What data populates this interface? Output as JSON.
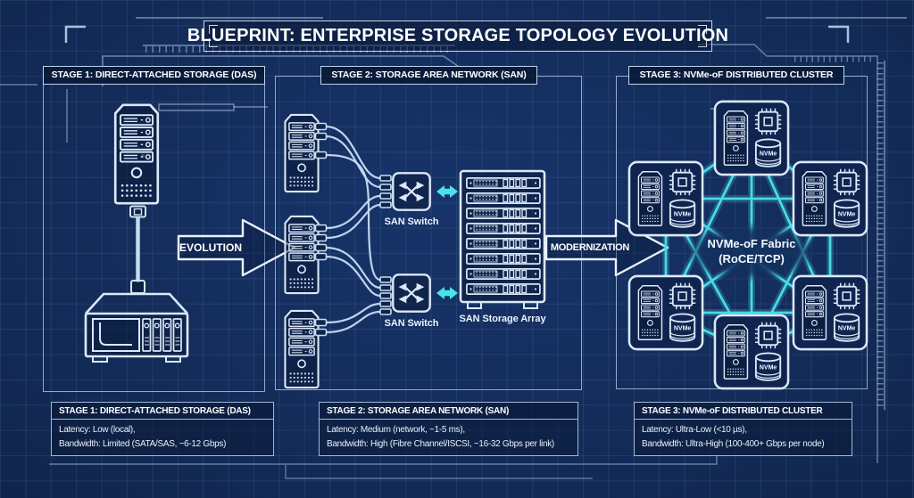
{
  "title": "BLUEPRINT: ENTERPRISE STORAGE TOPOLOGY EVOLUTION",
  "arrows": {
    "evolution": "EVOLUTION",
    "modernization": "MODERNIZATION"
  },
  "stage1": {
    "header": "STAGE 1: DIRECT-ATTACHED STORAGE (DAS)",
    "info": {
      "header": "STAGE 1: DIRECT-ATTACHED STORAGE (DAS)",
      "line1": "Latency: Low (local),",
      "line2": "Bandwidth: Limited (SATA/SAS, ~6-12 Gbps)"
    }
  },
  "stage2": {
    "header": "STAGE 2: STORAGE AREA NETWORK (SAN)",
    "switch_label": "SAN Switch",
    "array_label": "SAN Storage Array",
    "info": {
      "header": "STAGE 2: STORAGE AREA NETWORK (SAN)",
      "line1": "Latency: Medium (network, ~1-5 ms),",
      "line2": "Bandwidth: High (Fibre Channel/ISCSI, ~16-32 Gbps per link)"
    }
  },
  "stage3": {
    "header": "STAGE 3: NVMe-oF DISTRIBUTED CLUSTER",
    "fabric_line1": "NVMe-oF Fabric",
    "fabric_line2": "(RoCE/TCP)",
    "node_disk_label": "NVMe",
    "info": {
      "header": "STAGE 3: NVMe-oF DISTRIBUTED CLUSTER",
      "line1": "Latency: Ultra-Low (<10 µs),",
      "line2": "Bandwidth: Ultra-High (100-400+ Gbps per node)"
    }
  },
  "icons": {
    "tower_server": "tower-server-icon",
    "das_enclosure": "das-enclosure-icon",
    "san_switch": "san-switch-icon",
    "storage_array": "storage-array-icon",
    "chip": "chip-icon",
    "nvme_disk": "nvme-disk-cylinder-icon",
    "link_arrow": "double-headed-link-arrow-icon",
    "evolution_arrow": "right-arrow-outline-icon",
    "modernization_arrow": "right-arrow-outline-icon"
  },
  "colors": {
    "background": "#122a55",
    "grid_line": "#2e4f88",
    "line_art": "#dce8f7",
    "accent_cyan": "#4ae2ea",
    "header_bg": "#0b1f44",
    "text": "#ffffff"
  }
}
